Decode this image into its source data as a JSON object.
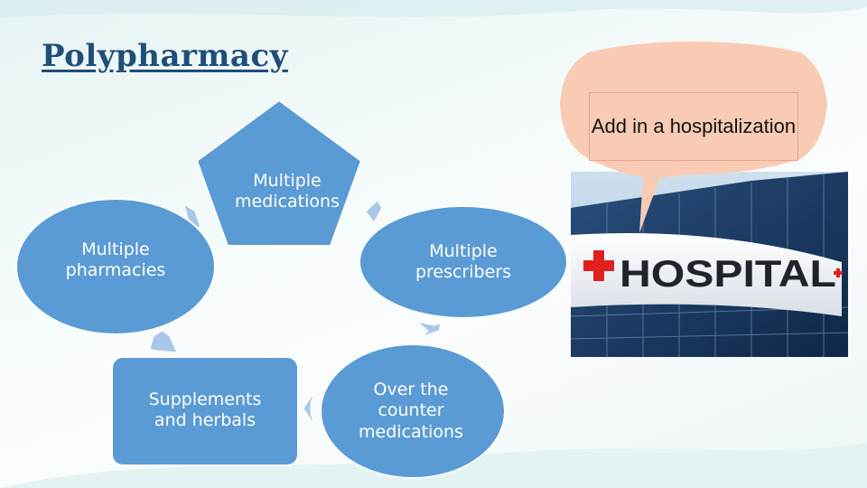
{
  "slide": {
    "title": "Polypharmacy"
  },
  "cycle": {
    "nodes": [
      {
        "id": "multiple-medications",
        "label": "Multiple medications",
        "shape": "pentagon"
      },
      {
        "id": "multiple-prescribers",
        "label": "Multiple prescribers",
        "shape": "ellipse"
      },
      {
        "id": "over-the-counter",
        "label": "Over the counter medications",
        "shape": "circle"
      },
      {
        "id": "supplements",
        "label": "Supplements and herbals",
        "shape": "rounded-rectangle"
      },
      {
        "id": "multiple-pharmacies",
        "label": "Multiple pharmacies",
        "shape": "ellipse"
      }
    ],
    "colors": {
      "node_fill": "#5b9bd5",
      "node_stroke": "#ffffff",
      "arrow_fill": "#a9c7e9"
    }
  },
  "callout": {
    "text": "Add in a hospitalization",
    "fill": "#f9cbb4"
  },
  "photo": {
    "sign_text": "HOSPITAL",
    "cross_color": "#e02020"
  }
}
